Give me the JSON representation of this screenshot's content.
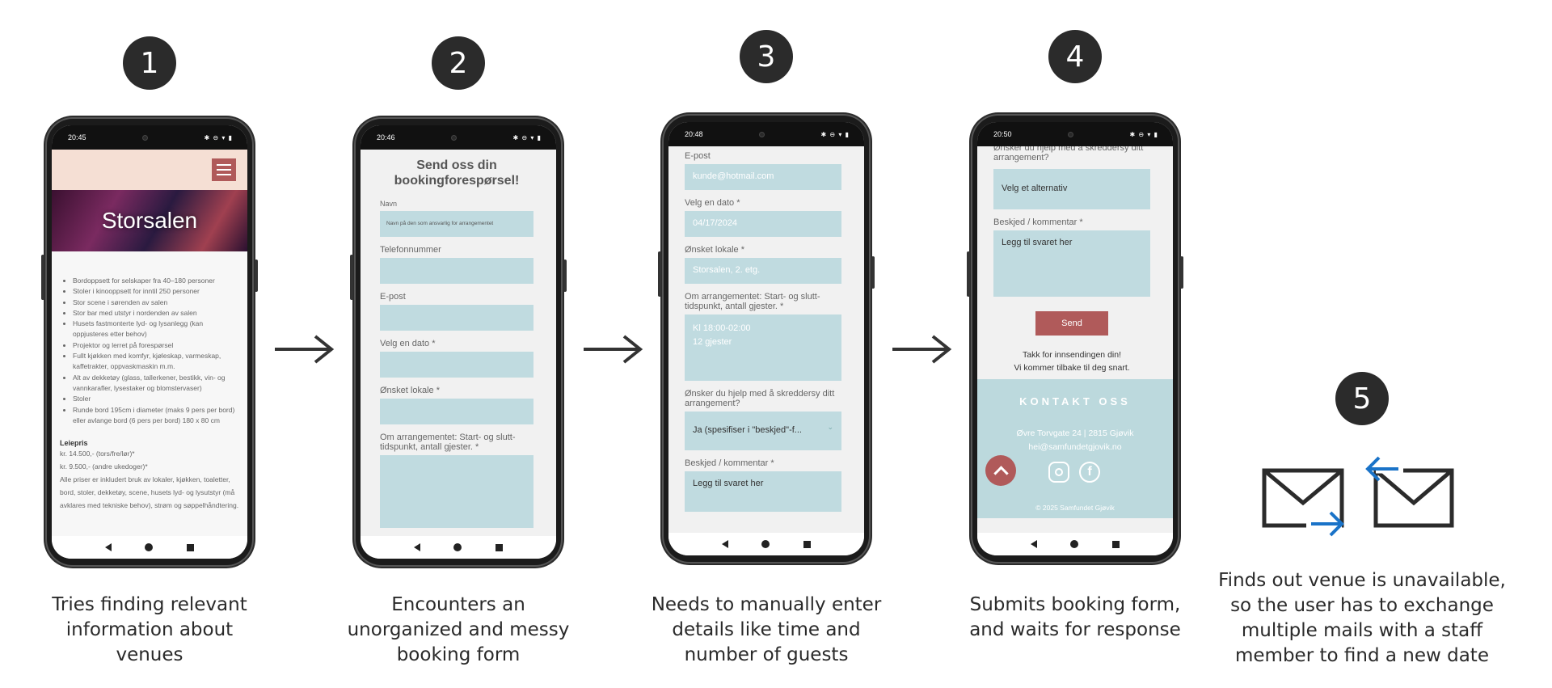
{
  "steps": [
    {
      "number": "1",
      "caption": "Tries finding relevant\ninformation about\nvenues"
    },
    {
      "number": "2",
      "caption": "Encounters an\nunorganized and messy\nbooking form"
    },
    {
      "number": "3",
      "caption": "Needs to manually enter\ndetails like time and\nnumber of guests"
    },
    {
      "number": "4",
      "caption": "Submits booking form,\nand waits for response"
    },
    {
      "number": "5",
      "caption": "Finds out venue is unavailable,\nso the user has to exchange\nmultiple mails with a staff\nmember to find a new date"
    }
  ],
  "phone1": {
    "time": "20:45",
    "hero_title": "Storsalen",
    "bullets": [
      "Bordoppsett for selskaper fra 40–180 personer",
      "Stoler i kinooppsett for inntil 250 personer",
      "Stor scene i sørenden av salen",
      "Stor bar med utstyr i nordenden av salen",
      "Husets fastmonterte lyd- og lysanlegg (kan oppjusteres etter behov)",
      "Projektor og lerret på forespørsel",
      "Fullt kjøkken med komfyr, kjøleskap, varmeskap, kaffetrakter, oppvaskmaskin m.m.",
      "Alt av dekketøy (glass, tallerkener, bestikk, vin- og vannkarafler, lysestaker og blomstervaser)",
      "Stoler",
      "Runde bord 195cm i diameter (maks 9 pers per bord) eller avlange bord (6 pers per bord) 180 x 80 cm"
    ],
    "leiepris_label": "Leiepris",
    "prices": [
      "kr. 14.500,- (tors/fre/lør)*",
      "kr. 9.500,- (andre ukedoger)*",
      "Alle priser er inkludert bruk av lokaler, kjøkken, toaletter, bord, stoler, dekketøy, scene, husets lyd- og lysutstyr (må avklares med tekniske behov), strøm og søppelhåndtering."
    ]
  },
  "phone2": {
    "time": "20:46",
    "title": "Send oss din bookingforespørsel!",
    "navn_label": "Navn",
    "navn_placeholder": "Navn på den som ansvarlig for arrangementet",
    "tlf_label": "Telefonnummer",
    "epost_label": "E-post",
    "dato_label": "Velg en dato *",
    "lokale_label": "Ønsket lokale *",
    "om_label": "Om arrangementet: Start- og slutt-tidspunkt, antall gjester. *"
  },
  "phone3": {
    "time": "20:48",
    "epost_label": "E-post",
    "epost_value": "kunde@hotmail.com",
    "dato_label": "Velg en dato *",
    "dato_value": "04/17/2024",
    "lokale_label": "Ønsket lokale *",
    "lokale_value": "Storsalen, 2. etg.",
    "om_label": "Om arrangementet: Start- og slutt-tidspunkt, antall gjester. *",
    "om_value_1": "Kl 18:00-02:00",
    "om_value_2": "12 gjester",
    "hjelp_label": "Ønsker du hjelp med å skreddersy ditt arrangement?",
    "hjelp_value": "Ja (spesifiser i \"beskjed\"-f...",
    "beskjed_label": "Beskjed / kommentar *",
    "beskjed_value": "Legg til svaret her"
  },
  "phone4": {
    "time": "20:50",
    "hjelp_label": "Ønsker du hjelp med å skreddersy ditt arrangement?",
    "hjelp_value": "Velg et alternativ",
    "beskjed_label": "Beskjed / kommentar *",
    "beskjed_value": "Legg til svaret her",
    "send_label": "Send",
    "thanks_1": "Takk for innsendingen din!",
    "thanks_2": "Vi kommer tilbake til deg snart.",
    "footer_title": "KONTAKT OSS",
    "address": "Øvre Torvgate 24 | 2815 Gjøvik",
    "email": "hei@samfundetgjovik.no",
    "copyright": "© 2025 Samfundet Gjøvik"
  },
  "icons": {
    "arrow": "right-arrow-icon",
    "mail": "envelope-icon",
    "mail_arrow_color": "#1a73c8"
  }
}
